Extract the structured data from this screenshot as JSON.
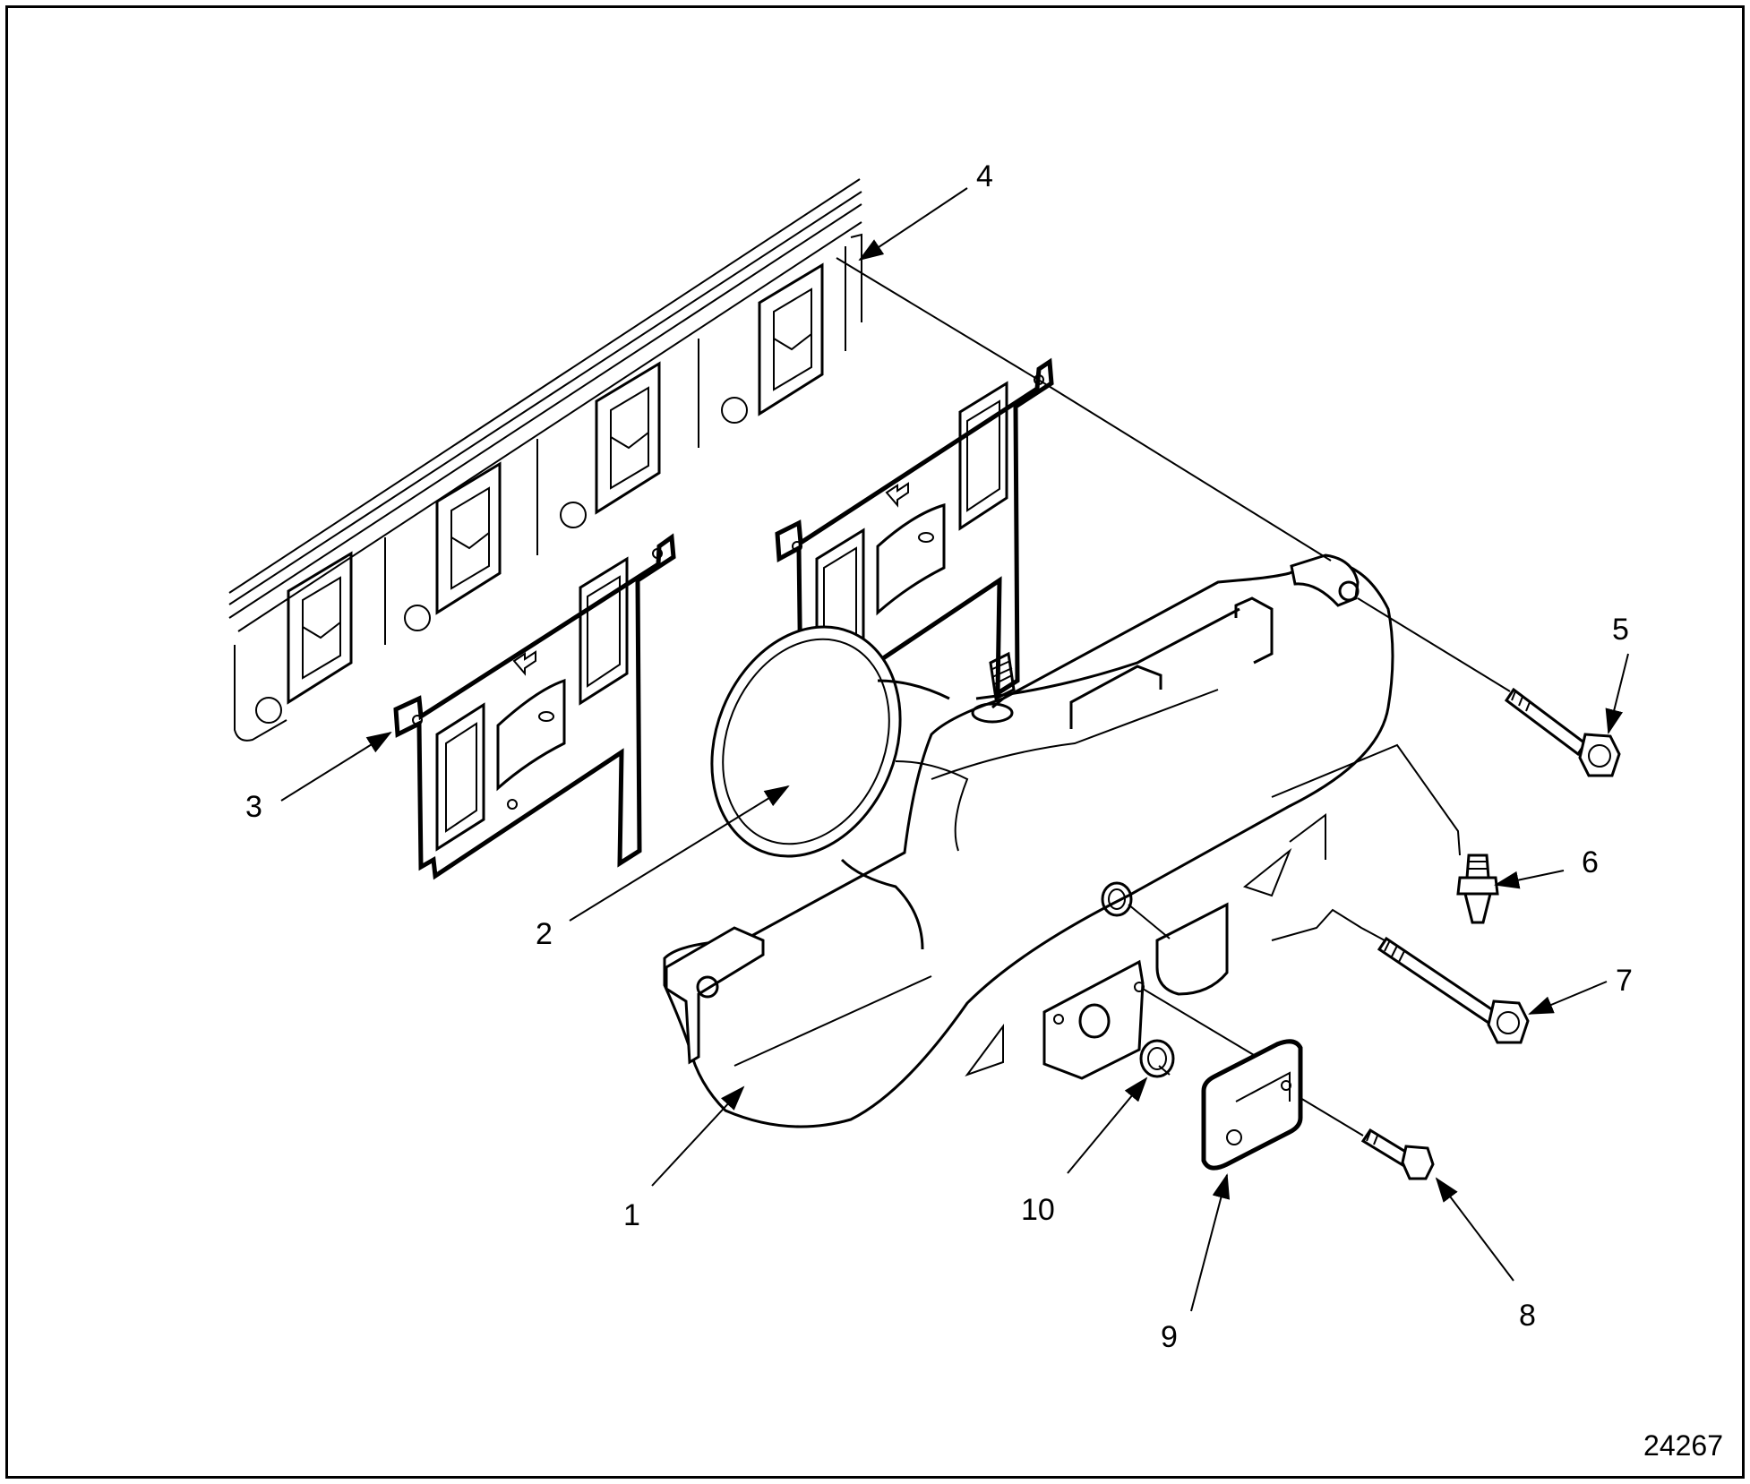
{
  "callouts": [
    "1",
    "2",
    "3",
    "4",
    "5",
    "6",
    "7",
    "8",
    "9",
    "10"
  ],
  "figure_number": "24267"
}
